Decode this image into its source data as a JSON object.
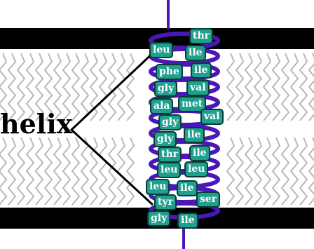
{
  "label": "helix",
  "colors": {
    "membrane_band": "#000000",
    "residue_fill": "#1fa08e",
    "residue_border": "#0b3b36",
    "residue_text": "#ffffff",
    "helix_coil": "#4a18b8",
    "lipid_tails": "#b8b8b8"
  },
  "residues": [
    {
      "id": "r1",
      "name": "thr"
    },
    {
      "id": "r2",
      "name": "leu"
    },
    {
      "id": "r3",
      "name": "ile"
    },
    {
      "id": "r4",
      "name": "phe"
    },
    {
      "id": "r5",
      "name": "ile"
    },
    {
      "id": "r6",
      "name": "gly"
    },
    {
      "id": "r7",
      "name": "val"
    },
    {
      "id": "r8",
      "name": "ala"
    },
    {
      "id": "r9",
      "name": "met"
    },
    {
      "id": "r10",
      "name": "gly"
    },
    {
      "id": "r11",
      "name": "val"
    },
    {
      "id": "r12",
      "name": "gly"
    },
    {
      "id": "r13",
      "name": "ile"
    },
    {
      "id": "r14",
      "name": "thr"
    },
    {
      "id": "r15",
      "name": "ile"
    },
    {
      "id": "r16",
      "name": "leu"
    },
    {
      "id": "r17",
      "name": "leu"
    },
    {
      "id": "r18",
      "name": "leu"
    },
    {
      "id": "r19",
      "name": "ile"
    },
    {
      "id": "r20",
      "name": "tyr"
    },
    {
      "id": "r21",
      "name": "ser"
    },
    {
      "id": "r22",
      "name": "gly"
    },
    {
      "id": "r23",
      "name": "ile"
    }
  ]
}
